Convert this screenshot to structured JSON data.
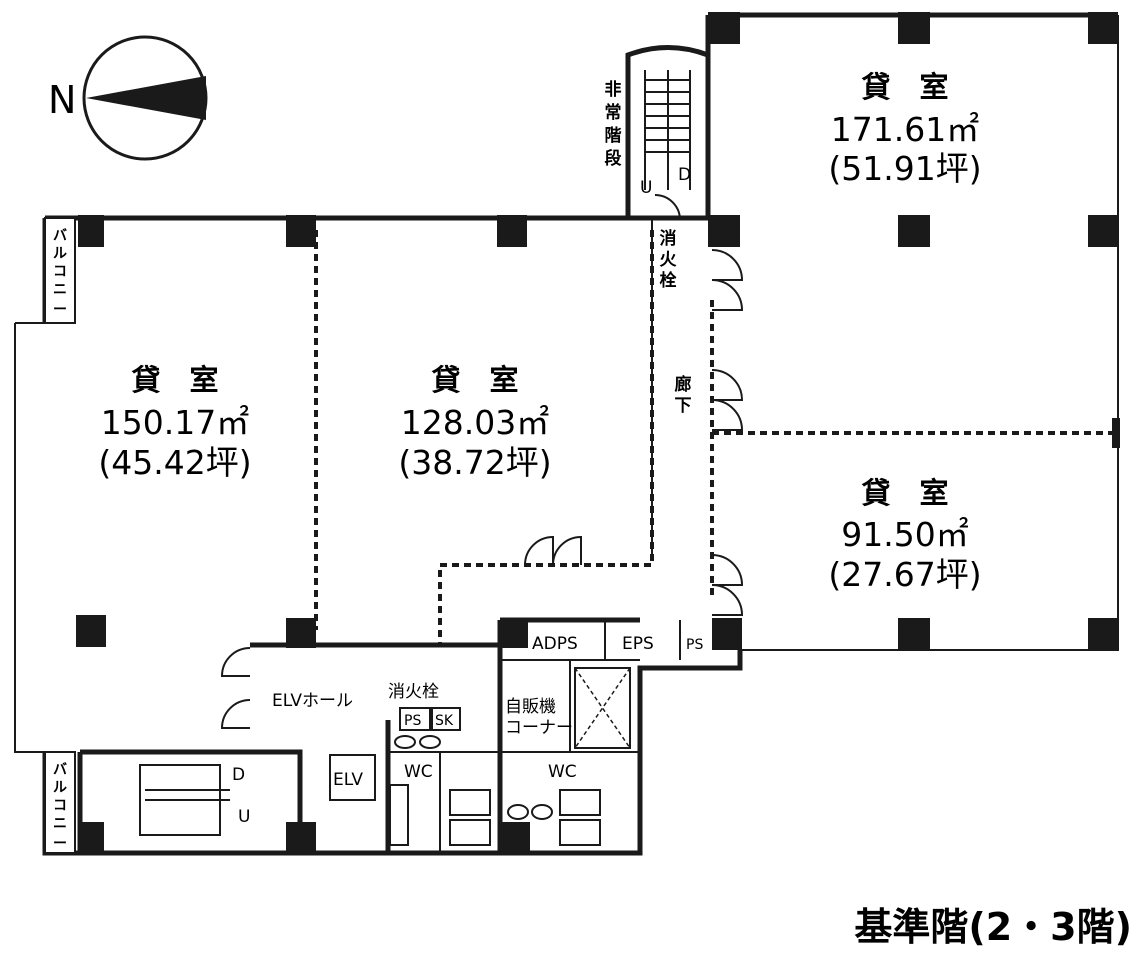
{
  "north": {
    "label": "N"
  },
  "floor_title": "基準階(2・3階)",
  "rooms": [
    {
      "title": "貸　室",
      "area_m2": "171.61㎡",
      "area_tsubo": "(51.91坪)"
    },
    {
      "title": "貸　室",
      "area_m2": "150.17㎡",
      "area_tsubo": "(45.42坪)"
    },
    {
      "title": "貸　室",
      "area_m2": "128.03㎡",
      "area_tsubo": "(38.72坪)"
    },
    {
      "title": "貸　室",
      "area_m2": "91.50㎡",
      "area_tsubo": "(27.67坪)"
    }
  ],
  "labels": {
    "emergency_stair": [
      "非",
      "常",
      "階",
      "段"
    ],
    "hydrant_top": [
      "消",
      "火",
      "栓"
    ],
    "corridor": [
      "廊",
      "下"
    ],
    "balcony": [
      "バ",
      "ル",
      "コ",
      "ニ",
      "ー"
    ],
    "elv_hall": "ELVホール",
    "hydrant": "消火栓",
    "ps": "PS",
    "sk": "SK",
    "adps": "ADPS",
    "eps": "EPS",
    "ps_small": "PS",
    "vending_1": "自販機",
    "vending_2": "コーナー",
    "elv": "ELV",
    "wc": "WC",
    "stair_up": "U",
    "stair_down": "D"
  }
}
